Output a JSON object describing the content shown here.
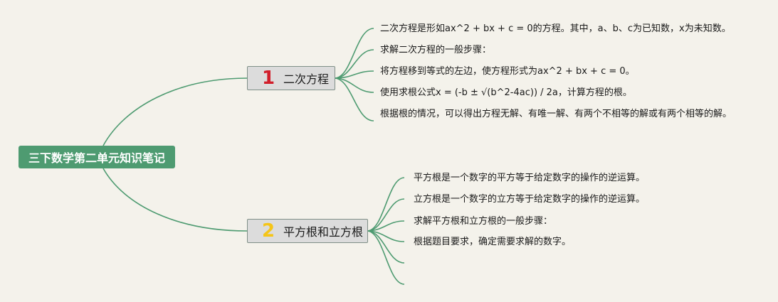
{
  "root": {
    "label": "三下数学第二单元知识笔记"
  },
  "colors": {
    "root": "#4e9b71",
    "connector": "#4e9b71",
    "topic_bg": "#dcdcdc",
    "num1": "#d11f2b",
    "num2": "#f5c518"
  },
  "topics": [
    {
      "number": "1",
      "label": "二次方程",
      "notes": [
        "二次方程是形如ax^2 + bx + c = 0的方程。其中，a、b、c为已知数，x为未知数。",
        "求解二次方程的一般步骤：",
        "将方程移到等式的左边，使方程形式为ax^2 + bx + c = 0。",
        "使用求根公式x = (-b ± √(b^2-4ac)) / 2a，计算方程的根。",
        "根据根的情况，可以得出方程无解、有唯一解、有两个不相等的解或有两个相等的解。"
      ]
    },
    {
      "number": "2",
      "label": "平方根和立方根",
      "notes": [
        "平方根是一个数字的平方等于给定数字的操作的逆运算。",
        "立方根是一个数字的立方等于给定数字的操作的逆运算。",
        "求解平方根和立方根的一般步骤：",
        "根据题目要求，确定需要求解的数字。"
      ]
    }
  ]
}
